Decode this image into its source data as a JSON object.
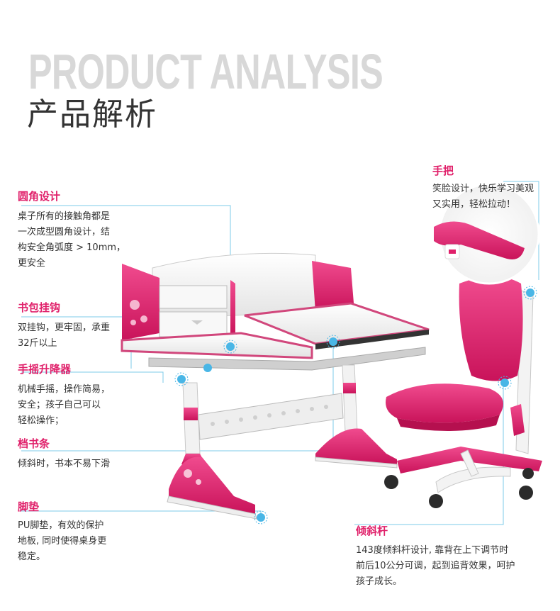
{
  "header": {
    "title_en": "PRODUCT ANALYSIS",
    "title_cn": "产品解析"
  },
  "features": [
    {
      "title": "圆角设计",
      "body": "桌子所有的接触角都是\n一次成型圆角设计，结\n构安全角弧度 > 10mm，\n更安全"
    },
    {
      "title": "书包挂钩",
      "body": "双挂钩，更牢固，承重\n32斤以上"
    },
    {
      "title": "手摇升降器",
      "body": "机械手摇，操作简易，\n安全；孩子自己可以\n轻松操作；"
    },
    {
      "title": "档书条",
      "body": "倾斜时，书本不易下滑"
    },
    {
      "title": "脚垫",
      "body": "PU脚垫，有效的保护\n地板, 同时使得桌身更\n稳定。"
    },
    {
      "title": "手把",
      "body": "笑脸设计，快乐学习美观\n又实用，轻松拉动！"
    },
    {
      "title": "倾斜杆",
      "body": "143度倾斜杆设计, 靠背在上下调节时\n前后10公分可调，起到追背效果，呵护\n孩子成长。"
    }
  ],
  "colors": {
    "accent": "#e0206a",
    "leader_line": "#7ccbe8",
    "marker": "#49b6e6"
  }
}
